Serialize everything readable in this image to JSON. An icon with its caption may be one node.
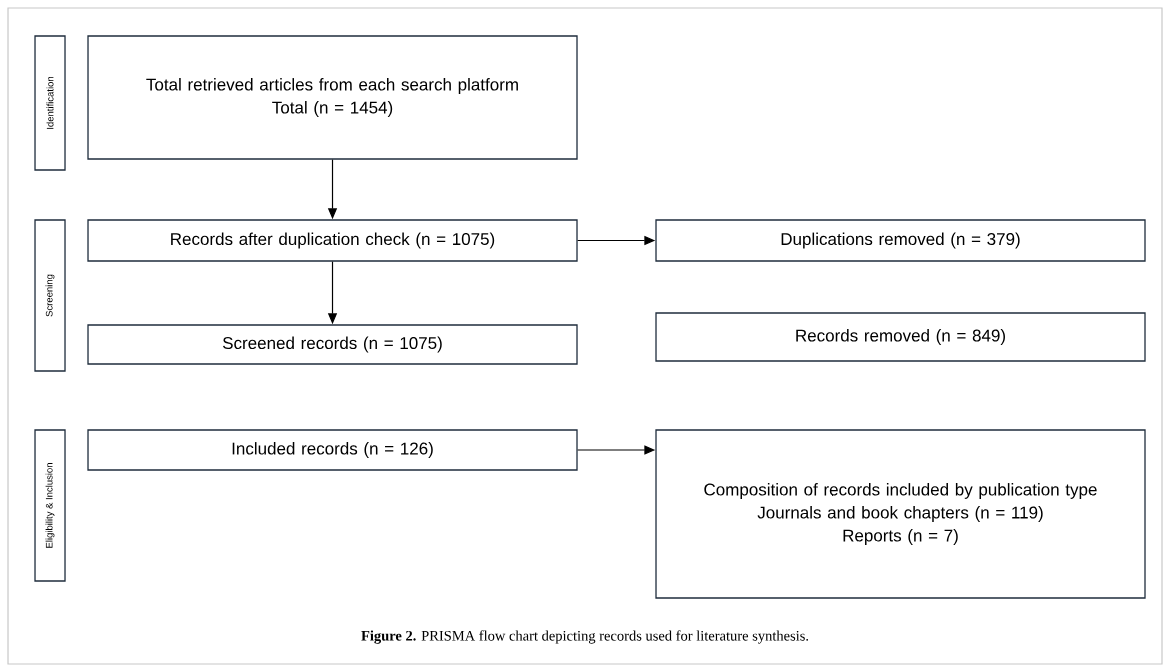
{
  "diagram": {
    "caption": "**Figure 2.** PRISMA flow chart depicting records used for literature synthesis.",
    "nodes": [
      {
        "text": [
          "Identification"
        ]
      },
      {
        "text": [
          "Total retrieved articles from each search platform",
          "Total (n = 1454)"
        ]
      },
      {
        "text": [
          "Screening"
        ]
      },
      {
        "text": [
          "Records after duplication check (n = 1075)"
        ]
      },
      {
        "text": [
          "Duplications removed (n = 379)"
        ]
      },
      {
        "text": [
          "Screened records (n = 1075)"
        ]
      },
      {
        "text": [
          "Records removed (n = 849)"
        ]
      },
      {
        "text": [
          "Eligibility & Inclusion"
        ]
      },
      {
        "text": [
          "Included records (n = 126)"
        ]
      },
      {
        "text": [
          "Composition of records included by publication type",
          "Journals and book chapters (n = 119)",
          "Reports (n = 7)"
        ]
      }
    ],
    "edges": [
      {
        "from": 1,
        "to": 3,
        "arrow": "to"
      },
      {
        "from": 3,
        "to": 5,
        "arrow": "to"
      },
      {
        "from": 3,
        "to": 4,
        "arrow": "to"
      },
      {
        "from": 8,
        "to": 9,
        "arrow": "to"
      }
    ]
  }
}
